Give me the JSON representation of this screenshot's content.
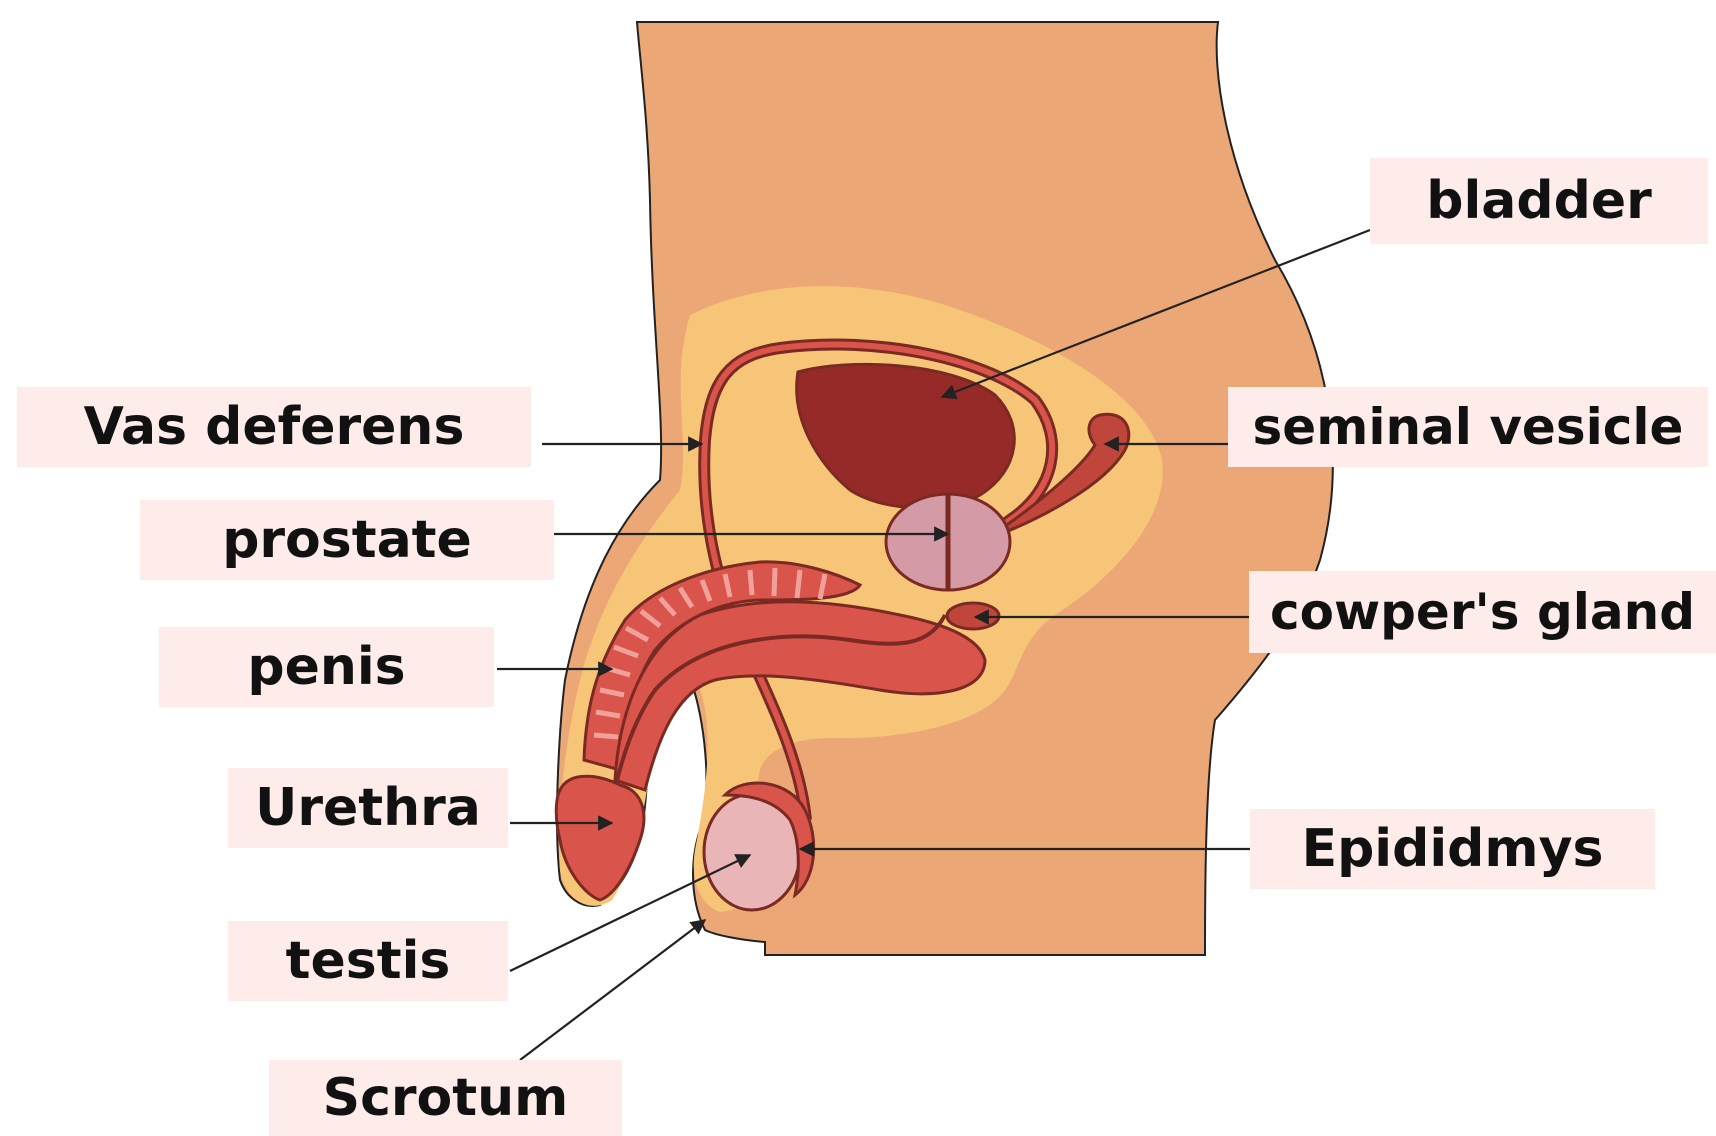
{
  "labels": {
    "bladder": "bladder",
    "vas_deferens": "Vas deferens",
    "seminal_vesicle": "seminal vesicle",
    "prostate": "prostate",
    "cowpers_gland": "cowper's gland",
    "penis": "penis",
    "urethra": "Urethra",
    "epididymis": "Epididmys",
    "testis": "testis",
    "scrotum": "Scrotum"
  },
  "colors": {
    "body": "#eba876",
    "body_outline": "#222222",
    "pelvic_region": "#f6c578",
    "organ_dark": "#962a28",
    "organ_red": "#d9544a",
    "organ_outline": "#7a2a22",
    "stripe_light": "#f0a29a",
    "testis_pink": "#eab5b7",
    "prostate_pink": "#d49aa6",
    "label_bg": "#fdecea",
    "arrow": "#222222"
  }
}
